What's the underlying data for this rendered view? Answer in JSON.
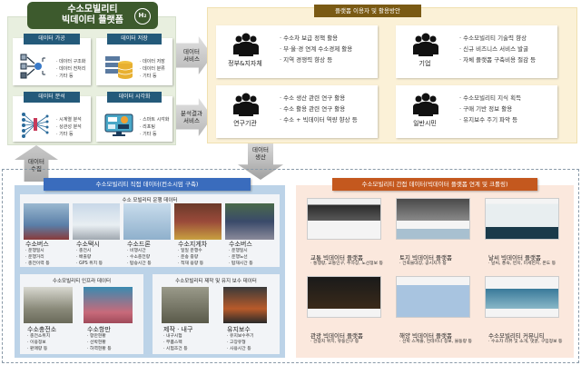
{
  "platform": {
    "title_line1": "수소모빌리티",
    "title_line2": "빅데이터 플랫폼",
    "badge": "H₂",
    "cards": [
      {
        "title": "데이터 가공",
        "items": [
          "데이터 구조화",
          "데이터 전처리",
          "기타 등"
        ],
        "icon": "process-flow-icon"
      },
      {
        "title": "데이터 저장",
        "items": [
          "데이터 저장",
          "데이터 분류",
          "기타 등"
        ],
        "icon": "database-icon"
      },
      {
        "title": "데이터 분석",
        "items": [
          "시계열 분석",
          "상관성 분석",
          "기타 등"
        ],
        "icon": "neural-network-icon"
      },
      {
        "title": "데이터 시각화",
        "items": [
          "스마트 시각화",
          "리포팅",
          "기타 등"
        ],
        "icon": "dashboard-monitor-icon"
      }
    ]
  },
  "arrows": {
    "data_service": [
      "데이터",
      "서비스"
    ],
    "analysis_service": [
      "분석결과",
      "서비스"
    ],
    "data_collect": [
      "데이터",
      "수집"
    ],
    "data_produce": [
      "데이터",
      "생산"
    ]
  },
  "users": {
    "title": "플랫폼 이용자 및 활용방안",
    "groups": [
      {
        "name": "정부&지자체",
        "items": [
          "수소차 보급 정책 활용",
          "부·울·경 연계 수소경제 활용",
          "지역 경쟁력 향상 등"
        ]
      },
      {
        "name": "기업",
        "items": [
          "수소모빌리티 기술력 향상",
          "신규 비즈니스 서비스 발굴",
          "자체 플랫폼 구축비용 절감 등"
        ]
      },
      {
        "name": "연구기관",
        "items": [
          "수소 생산 관련 연구 활용",
          "수소 활용 관련 연구 활용",
          "수소 + 빅데이터 역량 향상 등"
        ]
      },
      {
        "name": "일반시민",
        "items": [
          "수소모빌리티 지식 획득",
          "구매 기반 정보 활용",
          "유지보수 주기 파악 등"
        ]
      }
    ]
  },
  "direct": {
    "title": "수소모빌리티 직접 데이터(컨소시엄 구축)",
    "operation": {
      "title": "수소 모빌리티 운행 데이터",
      "items": [
        {
          "name": "수소버스",
          "details": [
            "운행일시",
            "운행거리",
            "충전이력 등"
          ],
          "photo_color": "#5a7fa8"
        },
        {
          "name": "수소택시",
          "details": [
            "충전시",
            "배출량",
            "GPS 위치 등"
          ],
          "photo_color": "#c8d0d8"
        },
        {
          "name": "수소드론",
          "details": [
            "비행시간",
            "수소충전량",
            "탑승시간 등"
          ],
          "photo_color": "#8fb0cc"
        },
        {
          "name": "수소지게차",
          "details": [
            "일일 운행수",
            "운송 중량",
            "적재 용량 등"
          ],
          "photo_color": "#9a4a3a"
        },
        {
          "name": "수소버스",
          "details": [
            "운행일시",
            "운행노선",
            "탑재시간 등"
          ],
          "photo_color": "#3a4a6a"
        }
      ]
    },
    "infra": {
      "title": "수소모빌리티 인프라 데이터",
      "items": [
        {
          "name": "수소충전소",
          "details": [
            "충전소위치",
            "이용정보",
            "판매량 등"
          ],
          "photo_color": "#8a8a7a"
        },
        {
          "name": "수소항만",
          "details": [
            "항만현황",
            "선박현황",
            "하역현황 등"
          ],
          "photo_color": "#c86a7a"
        }
      ]
    },
    "maintenance": {
      "title": "수소모빌리티 제작 및 유지 보수 데이터",
      "items": [
        {
          "name": "제작 · 내구",
          "details": [
            "내구시험",
            "부품스펙",
            "시험조건 등"
          ],
          "photo_color": "#7a7a6a"
        },
        {
          "name": "유지보수",
          "details": [
            "유지보수주기",
            "고장유형",
            "사용시간 등"
          ],
          "photo_color": "#b85a2a"
        }
      ]
    }
  },
  "indirect": {
    "title": "수소모빌리티 간접 데이터(빅데이터 플랫폼 연계 및 크롤링)",
    "items": [
      {
        "name": "교통 빅데이터 플랫폼",
        "desc": "· 통행량, 교통인구, 주차장, 노선정보 등",
        "shot_color": "#3a3a3a"
      },
      {
        "name": "토지 빅데이터 플랫폼",
        "desc": "· 건축물대장, 공시지가 등",
        "shot_color": "#5a5a5a"
      },
      {
        "name": "날씨 빅데이터 플랫폼",
        "desc": "· 날씨, 풍속, 먼지, 미세먼지, 온도 등",
        "shot_color": "#e8eef0"
      },
      {
        "name": "관광 빅데이터 플랫폼",
        "desc": "· 관광지 위치, 유동인구 등",
        "shot_color": "#1a1a1a"
      },
      {
        "name": "해양 빅데이터 플랫폼",
        "desc": "· 선박 스케줄, 컨테이너 정보, 물동량 등",
        "shot_color": "#a8c4e0"
      },
      {
        "name": "수소모빌리티 커뮤니티",
        "desc": "· 수소차 리뷰 및 소개, 댓글, 구입정보 등",
        "shot_color": "#e0e8f0"
      }
    ]
  }
}
